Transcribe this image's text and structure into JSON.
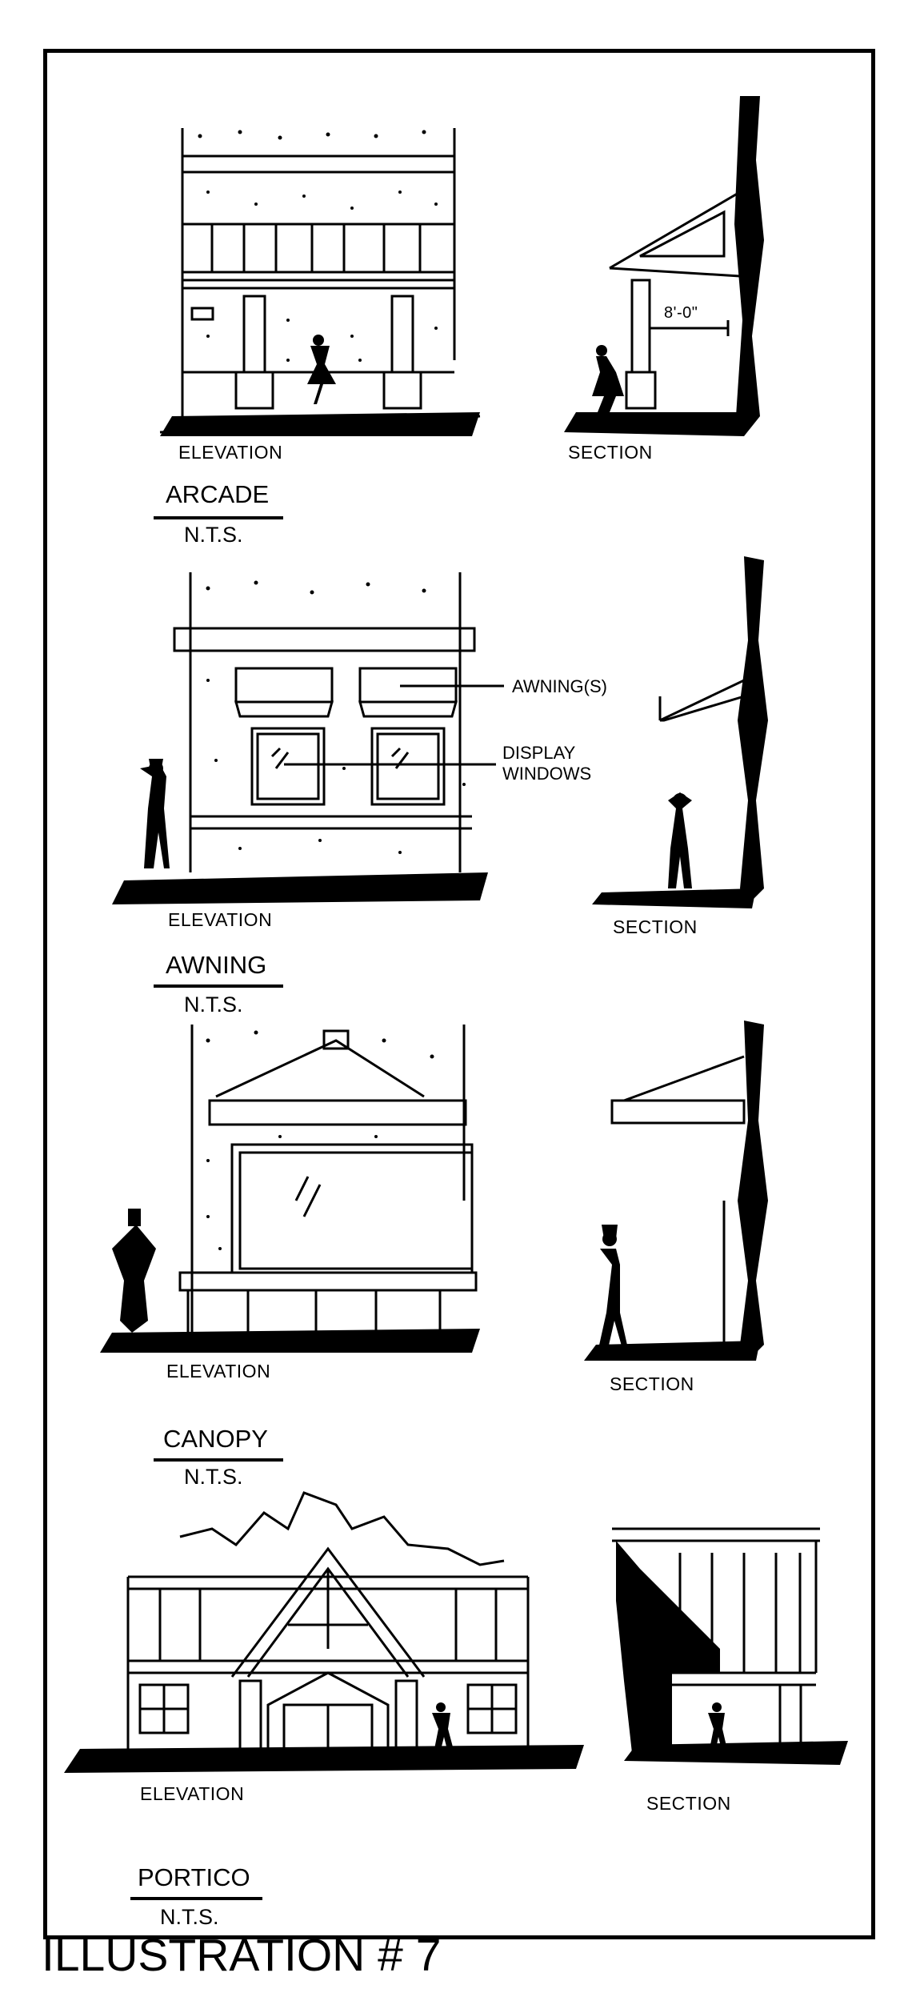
{
  "sections": [
    {
      "name": "ARCADE",
      "scale": "N.T.S.",
      "elevation_label": "ELEVATION",
      "section_label": "SECTION",
      "dimension": "8'-0\""
    },
    {
      "name": "AWNING",
      "scale": "N.T.S.",
      "elevation_label": "ELEVATION",
      "section_label": "SECTION",
      "callouts": [
        "AWNING(S)",
        "DISPLAY",
        "WINDOWS"
      ]
    },
    {
      "name": "CANOPY",
      "scale": "N.T.S.",
      "elevation_label": "ELEVATION",
      "section_label": "SECTION"
    },
    {
      "name": "PORTICO",
      "scale": "N.T.S.",
      "elevation_label": "ELEVATION",
      "section_label": "SECTION"
    }
  ],
  "caption": "ILLUSTRATION # 7"
}
